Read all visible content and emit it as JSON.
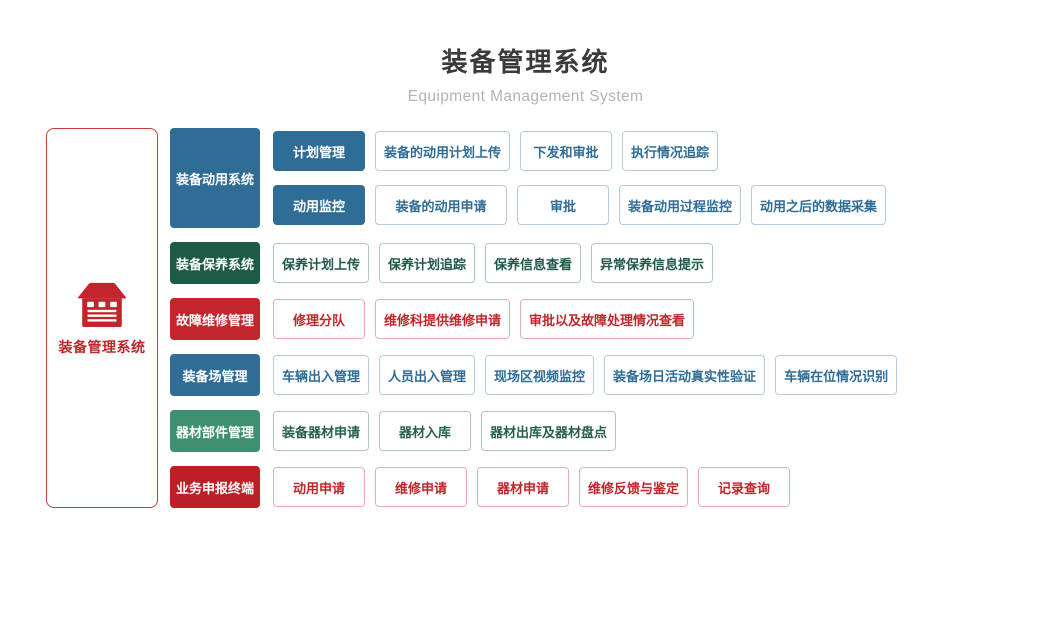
{
  "header": {
    "title": "装备管理系统",
    "subtitle": "Equipment Management System"
  },
  "root": {
    "label": "装备管理系统",
    "icon": "warehouse-icon"
  },
  "colors": {
    "blue": "#2f6c96",
    "dark_green": "#1e5b47",
    "red": "#c2262c",
    "green": "#3e9070",
    "dark_red": "#bb2027",
    "accent_border": "#c5403a",
    "title_text": "#3a3a3a",
    "subtitle_text": "#b3b3b3"
  },
  "branches": [
    {
      "label": "装备动用系统",
      "color_key": "blue",
      "groups": [
        {
          "label": "计划管理",
          "items": [
            "装备的动用计划上传",
            "下发和审批",
            "执行情况追踪"
          ]
        },
        {
          "label": "动用监控",
          "items": [
            "装备的动用申请",
            "审批",
            "装备动用过程监控",
            "动用之后的数据采集"
          ]
        }
      ]
    },
    {
      "label": "装备保养系统",
      "color_key": "dark_green",
      "items": [
        "保养计划上传",
        "保养计划追踪",
        "保养信息查看",
        "异常保养信息提示"
      ]
    },
    {
      "label": "故障维修管理",
      "color_key": "red",
      "items": [
        "修理分队",
        "维修科提供维修申请",
        "审批以及故障处理情况查看"
      ]
    },
    {
      "label": "装备场管理",
      "color_key": "blue",
      "items": [
        "车辆出入管理",
        "人员出入管理",
        "现场区视频监控",
        "装备场日活动真实性验证",
        "车辆在位情况识别"
      ]
    },
    {
      "label": "器材部件管理",
      "color_key": "green",
      "items": [
        "装备器材申请",
        "器材入库",
        "器材出库及器材盘点"
      ]
    },
    {
      "label": "业务申报终端",
      "color_key": "dark_red",
      "items": [
        "动用申请",
        "维修申请",
        "器材申请",
        "维修反馈与鉴定",
        "记录查询"
      ]
    }
  ]
}
